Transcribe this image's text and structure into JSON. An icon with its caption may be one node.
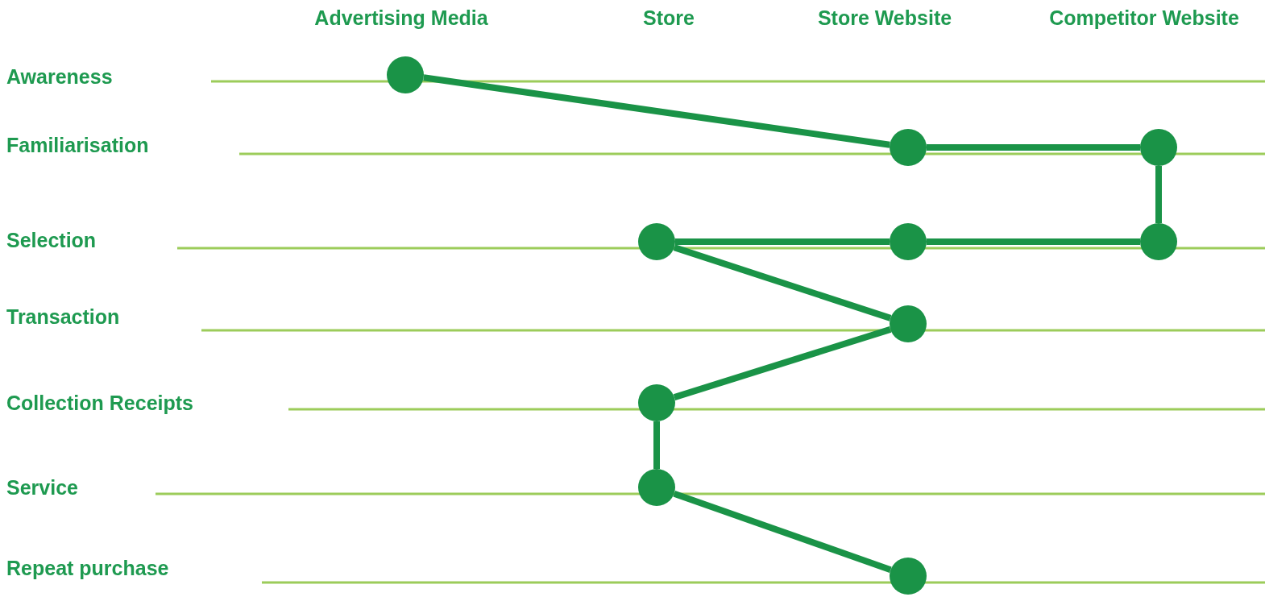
{
  "diagram": {
    "nodes": [
      {
        "text": [],
        "shape": "circle"
      },
      {
        "text": [],
        "shape": "circle"
      },
      {
        "text": [],
        "shape": "circle"
      },
      {
        "text": [],
        "shape": "circle"
      },
      {
        "text": [],
        "shape": "circle"
      },
      {
        "text": [],
        "shape": "circle"
      },
      {
        "text": [],
        "shape": "circle"
      },
      {
        "text": [],
        "shape": "circle"
      },
      {
        "text": [],
        "shape": "circle"
      },
      {
        "text": [],
        "shape": "circle"
      }
    ],
    "edges": [
      {
        "from": 0,
        "to": 1,
        "arrow": "none"
      },
      {
        "from": 1,
        "to": 2,
        "arrow": "none"
      },
      {
        "from": 2,
        "to": 5,
        "arrow": "none"
      },
      {
        "from": 5,
        "to": 4,
        "arrow": "none"
      },
      {
        "from": 4,
        "to": 3,
        "arrow": "none"
      },
      {
        "from": 3,
        "to": 6,
        "arrow": "none"
      },
      {
        "from": 6,
        "to": 7,
        "arrow": "none"
      },
      {
        "from": 7,
        "to": 8,
        "arrow": "none"
      },
      {
        "from": 8,
        "to": 9,
        "arrow": "none"
      }
    ],
    "labels": [
      "Advertising Media",
      "Store",
      "Store Website",
      "Competitor Website",
      "Awareness",
      "Familiarisation",
      "Selection",
      "Transaction",
      "Collection Receipts",
      "Service",
      "Repeat purchase"
    ]
  }
}
